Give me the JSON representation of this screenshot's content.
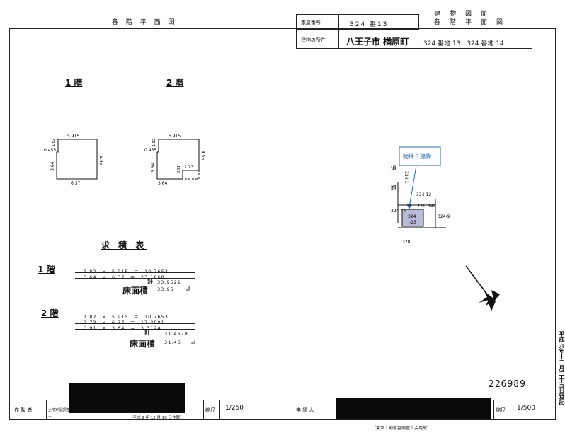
{
  "left_title": "各 階 平 面 図",
  "right_title": [
    "建　物　図　面",
    "各　階　平　面　図"
  ],
  "header": {
    "house_number_label": "家屋番号",
    "house_number_value": "324 番13",
    "location_label": "建物の所在",
    "location_value": "八王子市 楢原町",
    "lot_numbers": "324 番地 13　324 番地 14"
  },
  "floors": [
    {
      "label": "1 階",
      "dims": {
        "top": "5.915",
        "left_top": "1.82",
        "notch": "0.455",
        "right": "5.46",
        "left": "3.64",
        "bottom": "6.37"
      }
    },
    {
      "label": "2 階",
      "dims": {
        "top": "5.915",
        "left_top": "1.82",
        "notch": "0.455",
        "right": "4.55",
        "left": "3.64",
        "inner_v": "0.91",
        "inner_h": "2.73",
        "bottom": "3.64"
      }
    }
  ],
  "area_table": {
    "title": "求 積 表",
    "floor1": {
      "label": "1 階",
      "rows": [
        "1.82　×　5.915　＝　10.7653",
        "3.64　×　6.37　＝　23.1868"
      ],
      "total_label": "計",
      "total_value": "33.9521",
      "floor_area_label": "床面積",
      "floor_area_value": "33.95",
      "unit": "㎡"
    },
    "floor2": {
      "label": "2 階",
      "rows": [
        "1.82　×　5.915　＝　10.7653",
        "2.73　×　6.37　＝　17.3901",
        "0.91　×　3.64　＝　3.3124"
      ],
      "total_label": "計",
      "total_value": "31.4678",
      "floor_area_label": "床面積",
      "floor_area_value": "31.46",
      "unit": "㎡"
    }
  },
  "site_map": {
    "callout": "物件３建物",
    "road_label": "道 路",
    "lots": [
      "324-1",
      "324-12",
      "324-44",
      "324-9",
      "328"
    ],
    "dims": [
      "120",
      "140"
    ],
    "property": "324\n-13"
  },
  "registration_number": "226989",
  "vertical_stamp": "平成九年十二月二十五日登記",
  "footer_left": {
    "maker_label": "作 製 者",
    "maker_sub": "土地家屋調査士",
    "date_note": "（平成 9 年 12 月 10 日作製）",
    "scale_label": "縮尺",
    "scale_value": "1/250"
  },
  "footer_right": {
    "applicant_label": "申 請 人",
    "scale_label": "縮尺",
    "scale_value": "1/500"
  },
  "footer_caption": "（東京土地家屋調査士会用紙）",
  "colors": {
    "ink": "#111111",
    "callout_blue": "#2a6fb0",
    "property_fill": "#b9bcd9",
    "redaction": "#0a0a0a"
  }
}
